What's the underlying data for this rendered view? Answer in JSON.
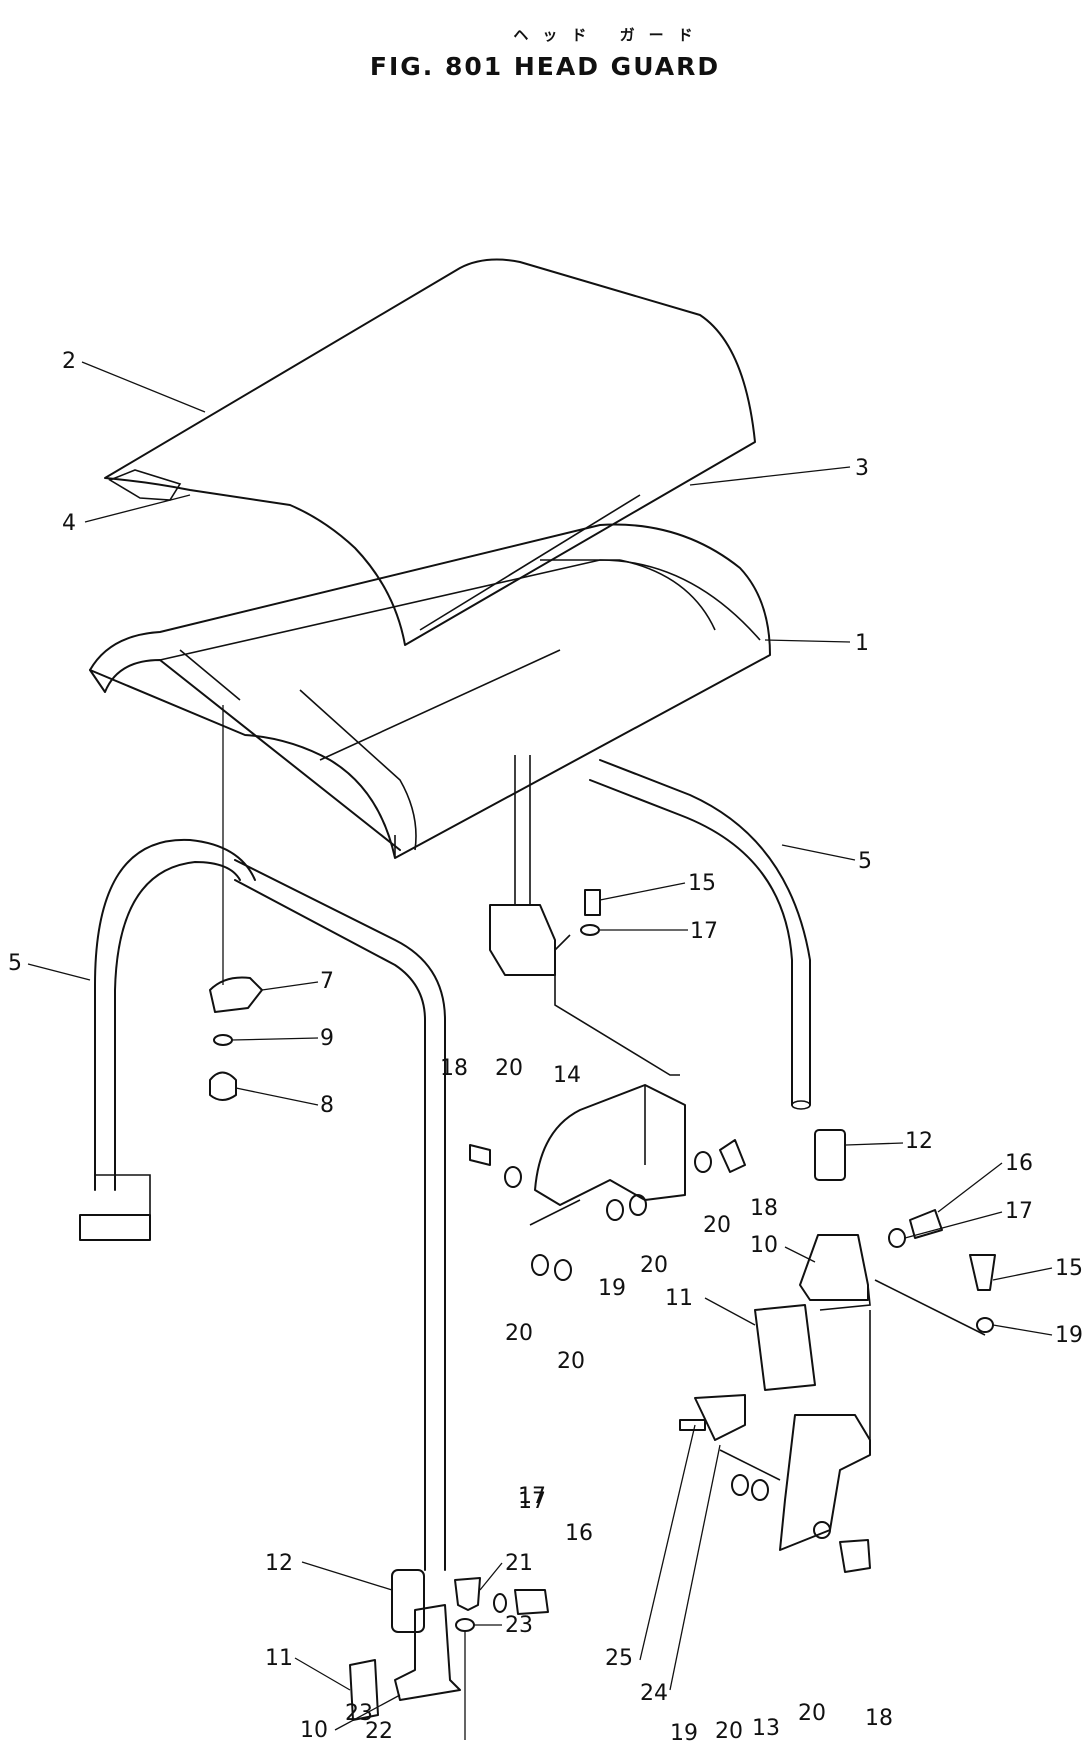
{
  "header": {
    "kana": "ヘッド ガード",
    "title": "FIG. 801  HEAD  GUARD"
  },
  "callouts": [
    "2",
    "4",
    "3",
    "1",
    "5",
    "5",
    "15",
    "17",
    "7",
    "9",
    "8",
    "18",
    "20",
    "14",
    "20",
    "18",
    "12",
    "16",
    "17",
    "10",
    "15",
    "20",
    "19",
    "20",
    "11",
    "20",
    "19",
    "17",
    "12",
    "21",
    "23",
    "25",
    "11",
    "17",
    "16",
    "24",
    "19",
    "20",
    "13",
    "10",
    "20",
    "23",
    "18",
    "22"
  ]
}
